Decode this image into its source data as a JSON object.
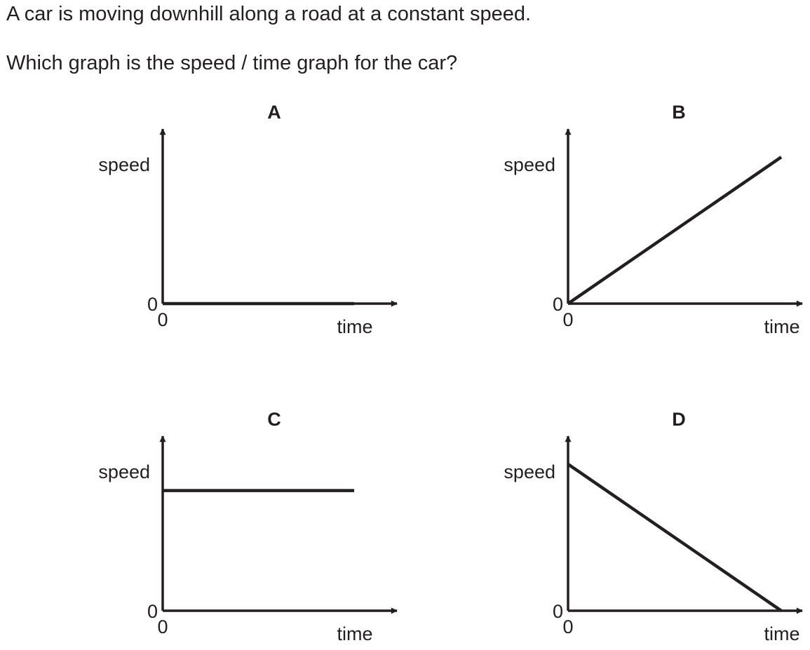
{
  "question": {
    "line1": "A car is moving downhill along a road at a constant speed.",
    "line2": "Which graph is the speed / time graph for the car?"
  },
  "colors": {
    "ink": "#231f20",
    "background": "#ffffff"
  },
  "chart_data": [
    {
      "type": "line",
      "title": "A",
      "xlabel": "time",
      "ylabel": "speed",
      "x_origin_label": "0",
      "y_origin_label": "0",
      "xlim": [
        0,
        1
      ],
      "ylim": [
        0,
        1
      ],
      "series": [
        {
          "x": [
            0,
            1
          ],
          "y": [
            0,
            0
          ]
        }
      ]
    },
    {
      "type": "line",
      "title": "B",
      "xlabel": "time",
      "ylabel": "speed",
      "x_origin_label": "0",
      "y_origin_label": "0",
      "xlim": [
        0,
        1
      ],
      "ylim": [
        0,
        1
      ],
      "series": [
        {
          "x": [
            0,
            1
          ],
          "y": [
            0,
            1
          ]
        }
      ]
    },
    {
      "type": "line",
      "title": "C",
      "xlabel": "time",
      "ylabel": "speed",
      "x_origin_label": "0",
      "y_origin_label": "0",
      "xlim": [
        0,
        1
      ],
      "ylim": [
        0,
        1
      ],
      "series": [
        {
          "x": [
            0,
            1
          ],
          "y": [
            0.82,
            0.82
          ]
        }
      ]
    },
    {
      "type": "line",
      "title": "D",
      "xlabel": "time",
      "ylabel": "speed",
      "x_origin_label": "0",
      "y_origin_label": "0",
      "xlim": [
        0,
        1
      ],
      "ylim": [
        0,
        1
      ],
      "series": [
        {
          "x": [
            0,
            1
          ],
          "y": [
            1,
            0
          ]
        }
      ]
    }
  ]
}
